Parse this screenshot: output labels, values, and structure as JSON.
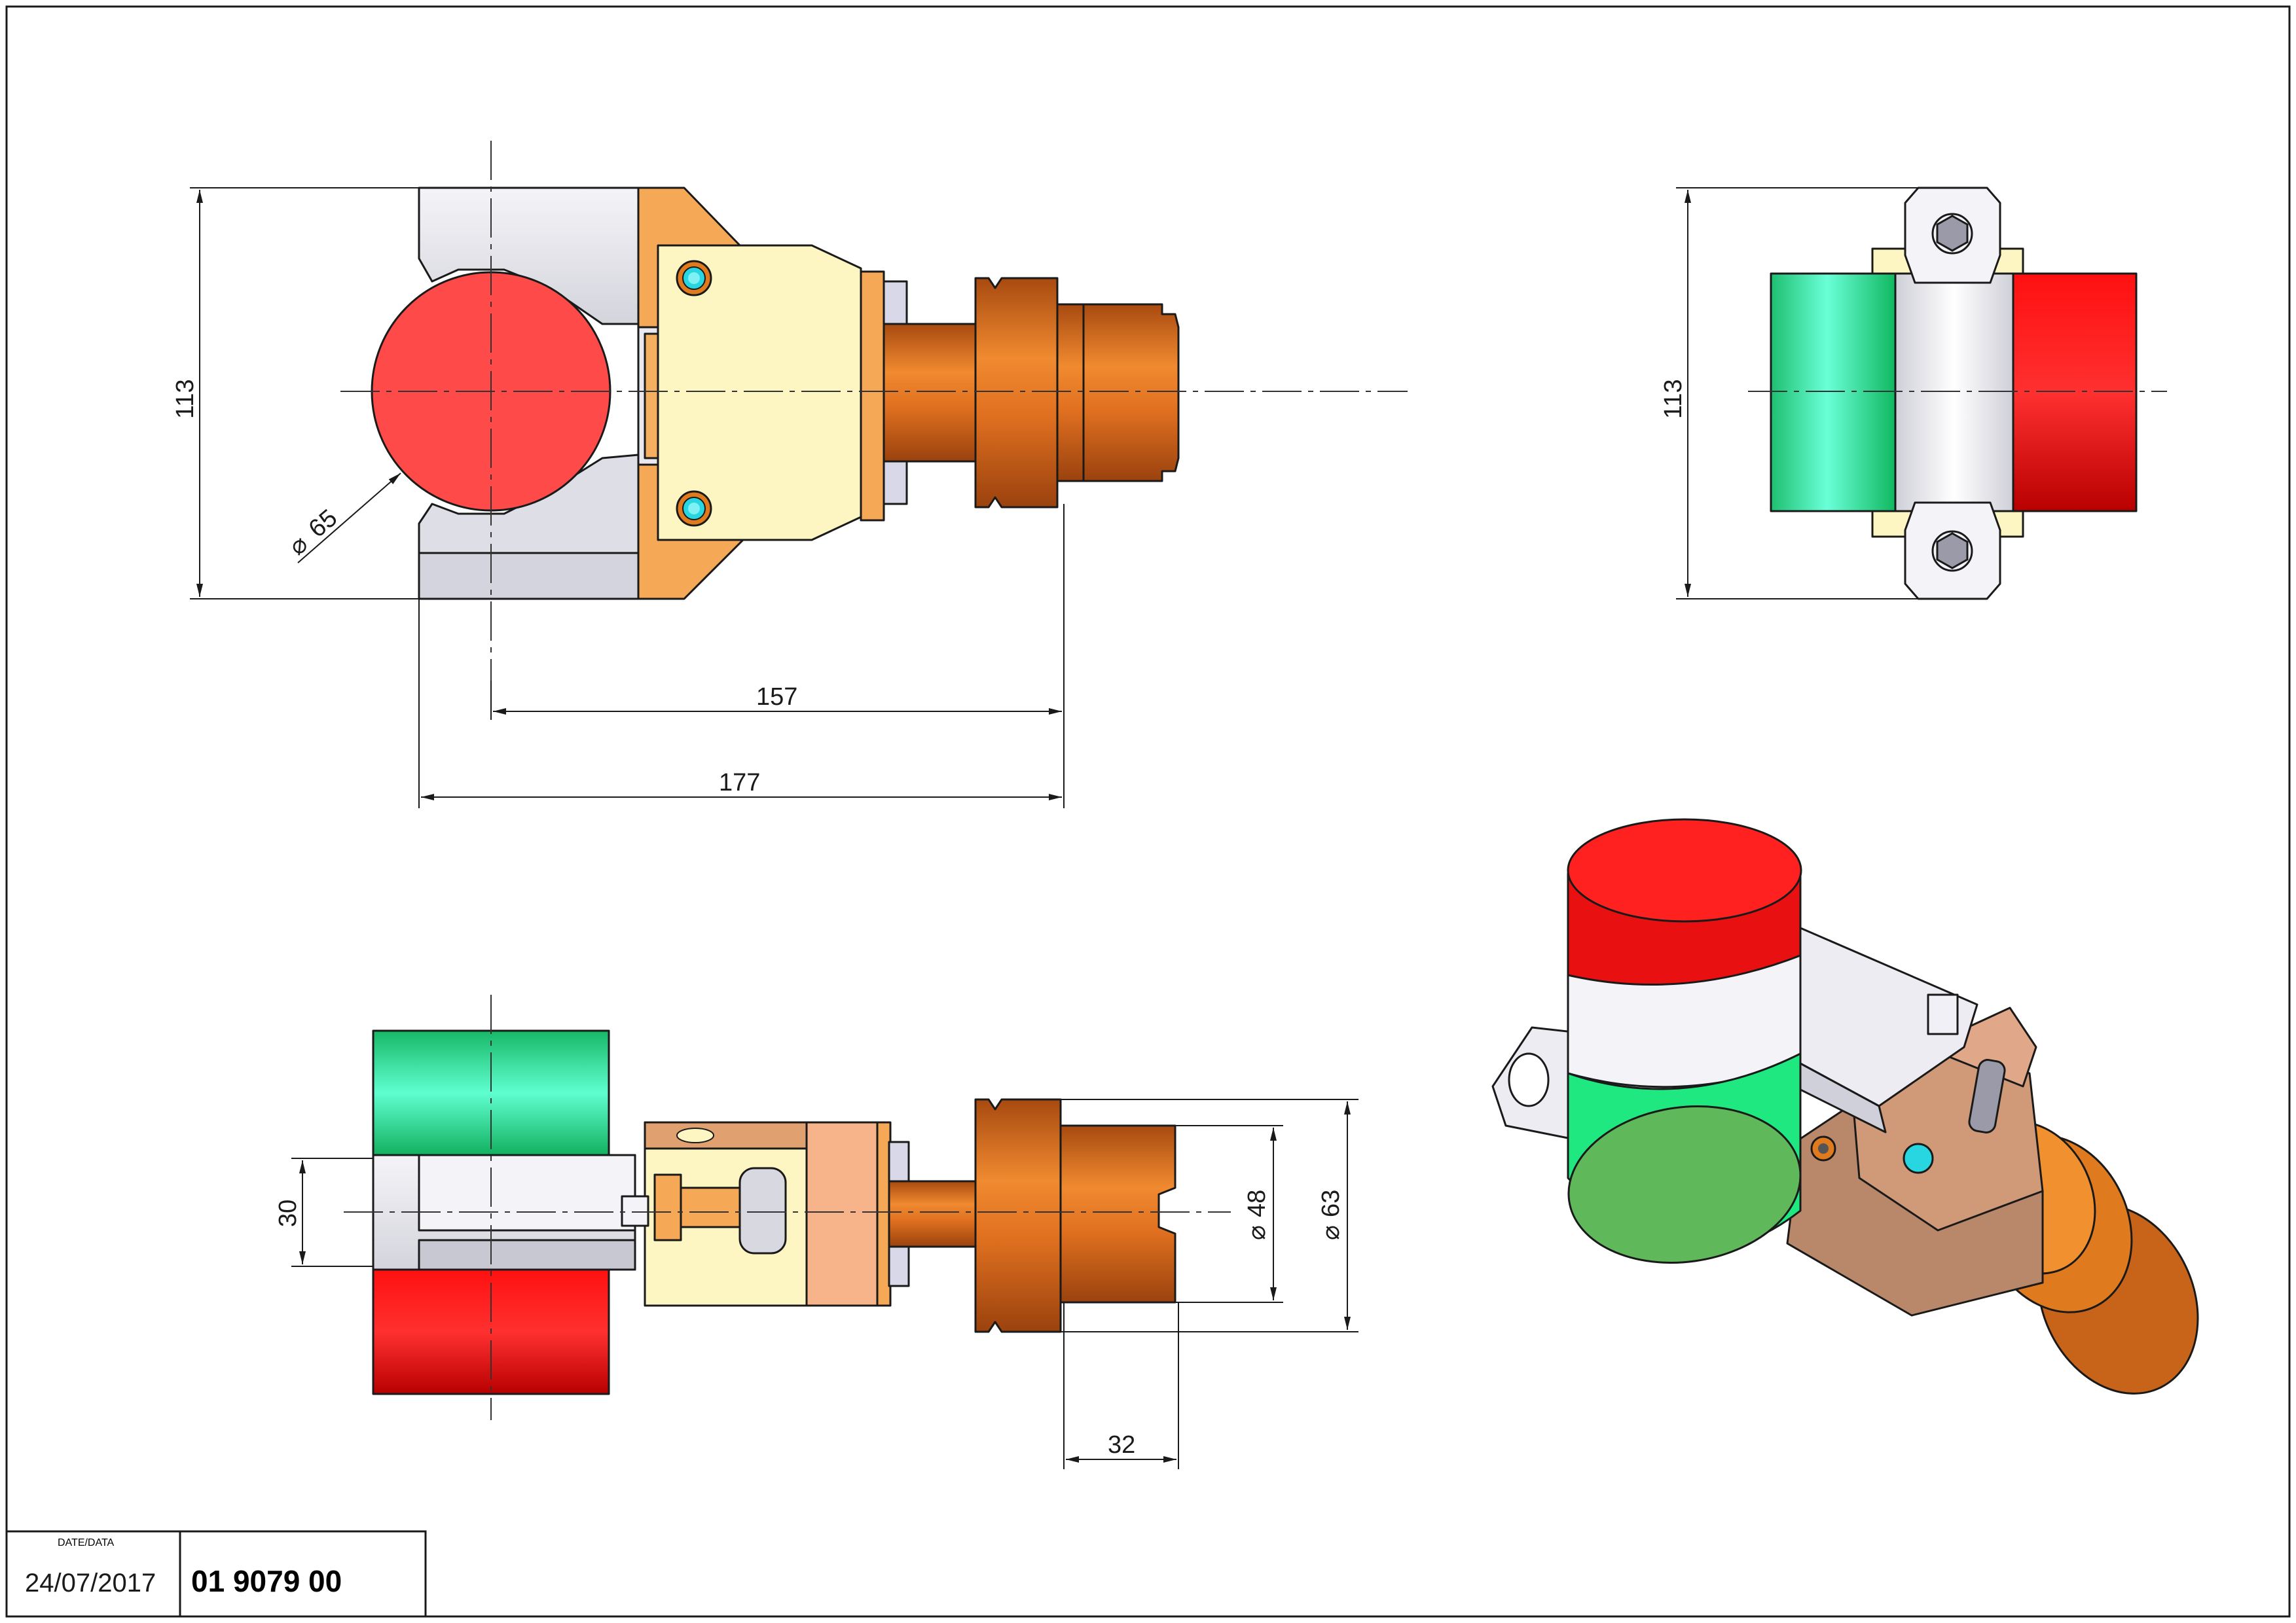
{
  "drawing": {
    "dimensions": {
      "top_height": "113",
      "diameter_front": "65",
      "length_157": "157",
      "length_177": "177",
      "side_height": "113",
      "width_30": "30",
      "diameter_48": "48",
      "diameter_63": "63",
      "length_32": "32"
    },
    "diameter_symbol": "⌀"
  },
  "title_block": {
    "date_label": "DATE/DATA",
    "date_value": "24/07/2017",
    "part_number": "01 9079 00"
  },
  "colors": {
    "red": "#ff4a4a",
    "green": "#2fe08a",
    "orange": "#e07a1e",
    "copper": "#c8641a",
    "light_yellow": "#fdf6c3",
    "cyan": "#27d6e0"
  }
}
